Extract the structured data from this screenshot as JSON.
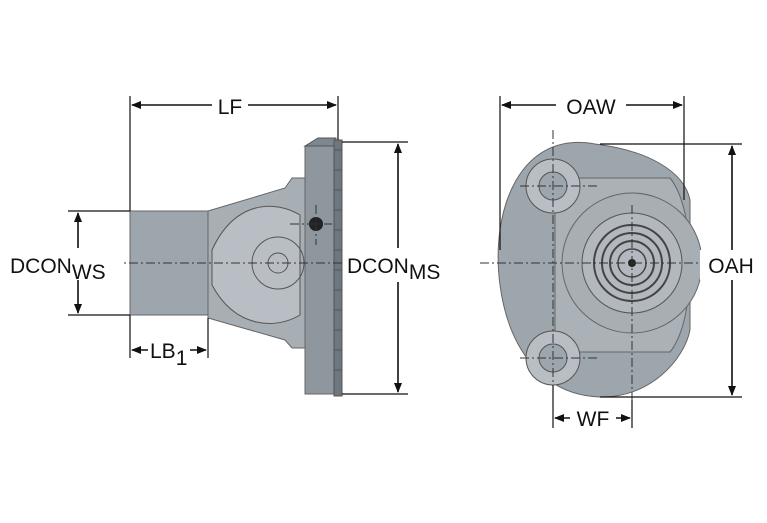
{
  "colors": {
    "body": "#9ea6ad",
    "body_dark": "#7f878e",
    "body_light": "#b8bec3",
    "line": "#111111"
  },
  "labels": {
    "lf": "LF",
    "dcon_ws": "DCON",
    "dcon_ws_sub": "WS",
    "lb1": "LB",
    "lb1_sub": "1",
    "dcon_ms": "DCON",
    "dcon_ms_sub": "MS",
    "oaw": "OAW",
    "oah": "OAH",
    "wf": "WF"
  }
}
